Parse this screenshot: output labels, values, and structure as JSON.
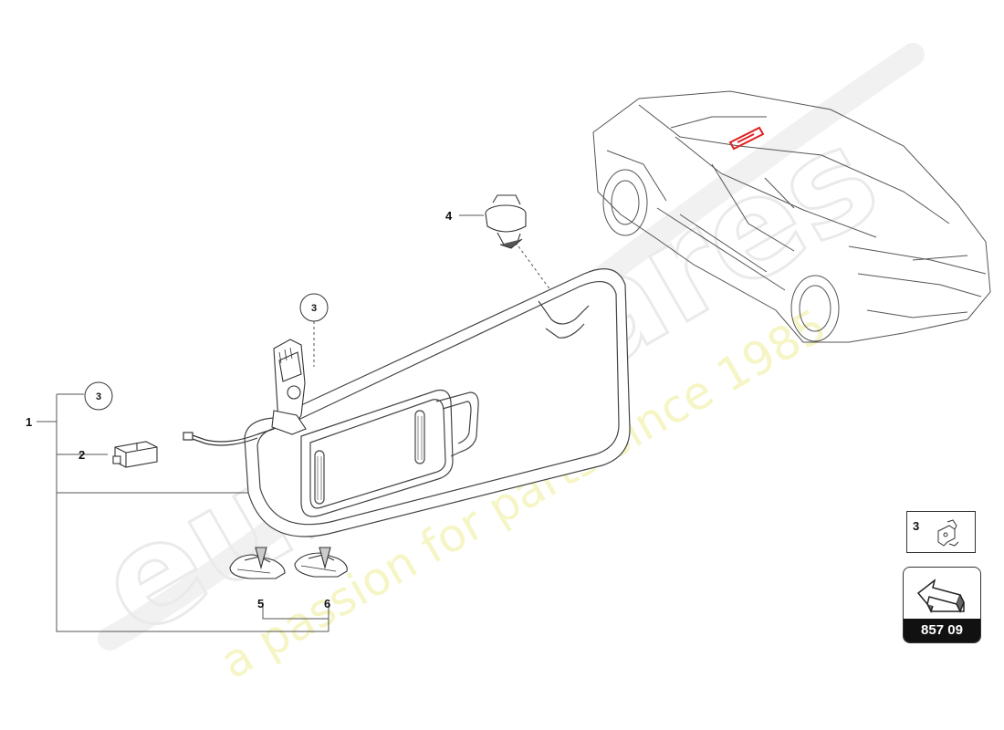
{
  "watermark": {
    "brand": "eurospares",
    "tagline": "a passion for parts since 1985"
  },
  "diagram": {
    "callouts": {
      "item_1": "1",
      "item_2": "2",
      "item_3_left": "3",
      "item_3_top": "3",
      "item_4": "4",
      "item_5": "5",
      "item_6": "6"
    },
    "detail_box": {
      "label": "3"
    },
    "page_ref": {
      "code": "857 09"
    }
  },
  "colors": {
    "line": "#333333",
    "highlight": "#e02020",
    "watermark": "#eeeeee",
    "watermark_tagline": "#f2f2b0"
  }
}
